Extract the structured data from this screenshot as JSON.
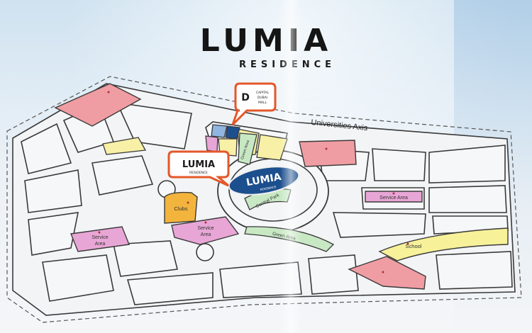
{
  "brand": {
    "title": "LUMIA",
    "subtitle": "RESIDENCE"
  },
  "roads": {
    "universities_axis": "Universities Axis"
  },
  "pins": {
    "lumia": {
      "title": "LUMIA",
      "subtitle": "RESIDENCE"
    },
    "mall": {
      "line1": "CAPITAL",
      "line2": "DUBAI",
      "line3": "MALL"
    }
  },
  "project": {
    "title": "LUMIA",
    "subtitle": "RESIDENCE"
  },
  "zones": {
    "clubs": "Clubs",
    "service_area_center": [
      "Service",
      "Area"
    ],
    "service_area_left": [
      "Service",
      "Area"
    ],
    "service_area_right": "Service Area",
    "green_area_center": "Green Area",
    "green_area_north": "Green Area",
    "central_park": "Central Park",
    "school": "School"
  },
  "colors": {
    "university": "#ef9da3",
    "service": "#e8a6d6",
    "clubs": "#f2b43c",
    "green": "#c8e8c4",
    "school": "#f7f19a",
    "yellow": "#f7f0a6",
    "lumia_plot": "#1c4f8e",
    "pin_border": "#e5572a"
  }
}
